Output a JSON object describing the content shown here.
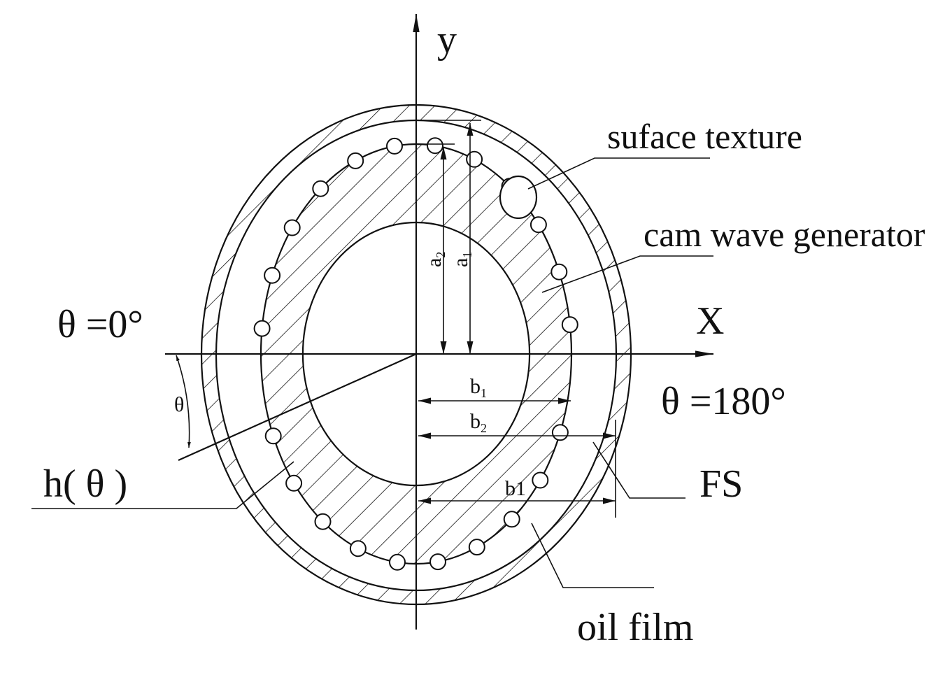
{
  "labels": {
    "y_axis": "y",
    "x_axis": "X",
    "theta_zero": "θ =0°",
    "theta_180": "θ =180°",
    "theta": "θ",
    "h_theta": "h( θ )",
    "surface_texture": "suface texture",
    "cam_wave_generator": "cam wave generator",
    "fs": "FS",
    "oil_film": "oil film",
    "a2": "a",
    "a2_sub": "2",
    "a1": "a",
    "a1_sub": "1",
    "b1": "b",
    "b1_sub": "1",
    "b2": "b",
    "b2_sub": "2",
    "b1_lower": "b1"
  }
}
